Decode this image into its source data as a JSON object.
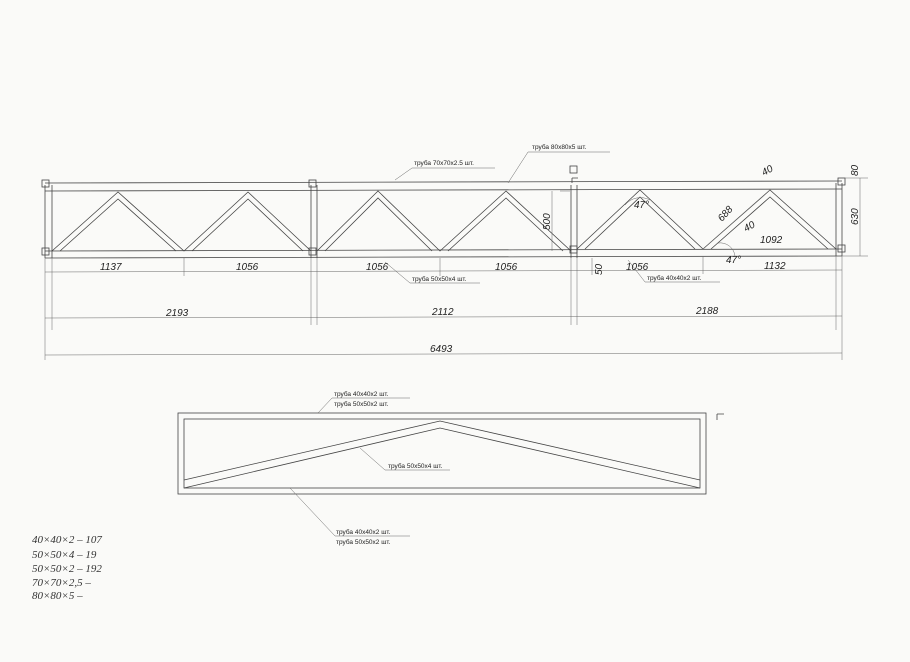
{
  "truss": {
    "dimensions": {
      "seg1_a": "1137",
      "seg1_b": "1056",
      "seg2_a": "1056",
      "seg2_b": "1056",
      "seg3_a": "1056",
      "seg3_b": "1132",
      "span1": "2193",
      "span2": "2112",
      "span3": "2188",
      "total": "6493",
      "height_inner": "500",
      "height_total": "630",
      "top_chord": "80",
      "bottom_offset": "50",
      "diag_len": "688",
      "diag_w1": "40",
      "diag_w2": "40",
      "inner_len": "1092",
      "angle1": "47°",
      "angle2": "47°"
    },
    "notes": {
      "top_chord_70": "труба 70х70х2.5   шт.",
      "top_chord_80": "труба 80х80х5   шт.",
      "web_50": "труба 50х50х4   шт.",
      "web_40": "труба 40х40х2   шт."
    }
  },
  "section": {
    "notes": {
      "top_40": "труба 40х40х2   шт.",
      "top_50": "труба 50х50х2   шт.",
      "diag_50": "труба 50х50х4   шт.",
      "bot_40": "труба 40х40х2   шт.",
      "bot_50": "труба 50х50х2   шт."
    }
  },
  "handwritten": [
    "40×40×2 – 107",
    "50×50×4 – 19",
    "50×50×2 – 192",
    "70×70×2,5 –",
    "80×80×5 –"
  ]
}
